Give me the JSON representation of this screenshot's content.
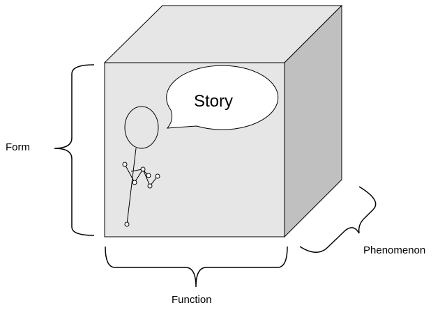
{
  "diagram": {
    "labels": {
      "form": "Form",
      "function": "Function",
      "phenomenon": "Phenomenon",
      "story": "Story"
    },
    "colors": {
      "cube_front": "#e6e6e6",
      "cube_top": "#e6e6e6",
      "cube_side": "#c0c0c0",
      "speech_bubble": "#ffffff",
      "stroke": "#000000"
    },
    "icons": {
      "figure": "stick-figure-icon",
      "bubble": "speech-bubble-icon"
    }
  }
}
